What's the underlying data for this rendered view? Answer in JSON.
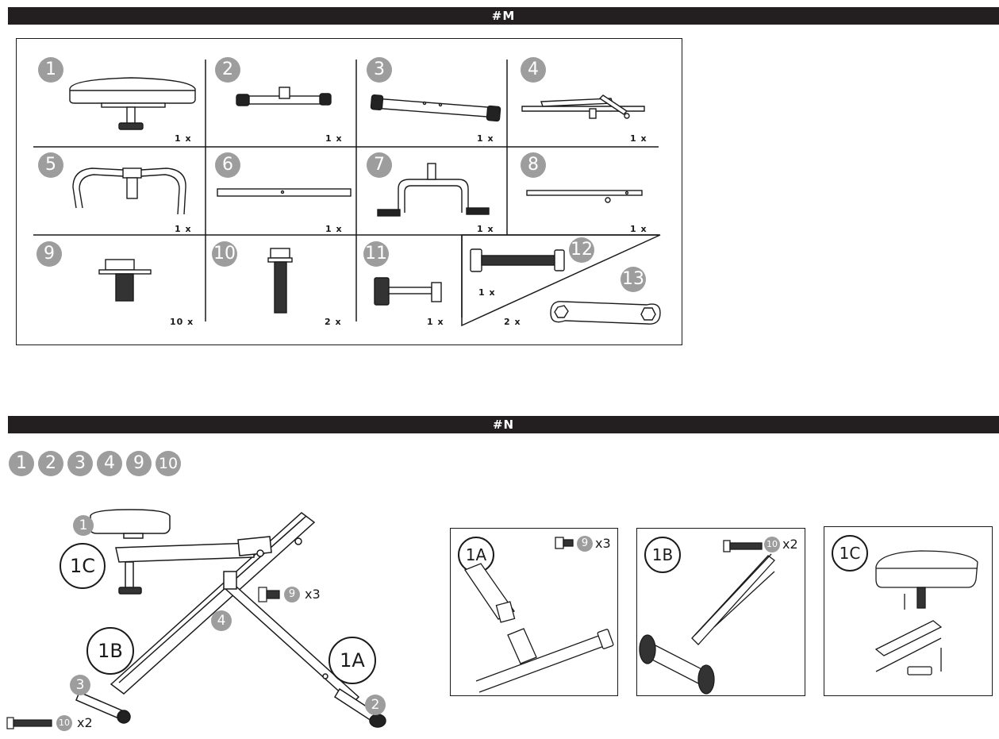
{
  "section_m": {
    "header": "#M",
    "parts": [
      {
        "number": "1",
        "qty": "1 x"
      },
      {
        "number": "2",
        "qty": "1 x"
      },
      {
        "number": "3",
        "qty": "1 x"
      },
      {
        "number": "4",
        "qty": "1 x"
      },
      {
        "number": "5",
        "qty": "1 x"
      },
      {
        "number": "6",
        "qty": "1 x"
      },
      {
        "number": "7",
        "qty": "1 x"
      },
      {
        "number": "8",
        "qty": "1 x"
      },
      {
        "number": "9",
        "qty": "10 x"
      },
      {
        "number": "10",
        "qty": "2 x"
      },
      {
        "number": "11",
        "qty": "1 x"
      },
      {
        "number": "12",
        "qty": "1 x"
      },
      {
        "number": "13",
        "qty": "2 x"
      }
    ]
  },
  "section_n": {
    "header": "#N",
    "parts_used": [
      "1",
      "2",
      "3",
      "4",
      "9",
      "10"
    ],
    "main": {
      "callout_seat": "1",
      "callout_frame": "4",
      "callout_rear": "3",
      "callout_front": "2",
      "label_1c": "1C",
      "label_1b": "1B",
      "label_1a": "1A",
      "bolt9_number": "9",
      "bolt9_qty": "x3",
      "bolt10_number": "10",
      "bolt10_qty": "x2"
    },
    "details": [
      {
        "label": "1A",
        "part": "9",
        "qty": "x3"
      },
      {
        "label": "1B",
        "part": "10",
        "qty": "x2"
      },
      {
        "label": "1C"
      }
    ]
  },
  "colors": {
    "bar": "#231f20",
    "circle": "#9d9d9d"
  },
  "icons": [
    "seat-icon",
    "tube-icon",
    "rail-icon",
    "handlebar-icon",
    "bolt-icon",
    "wrench-icon"
  ]
}
